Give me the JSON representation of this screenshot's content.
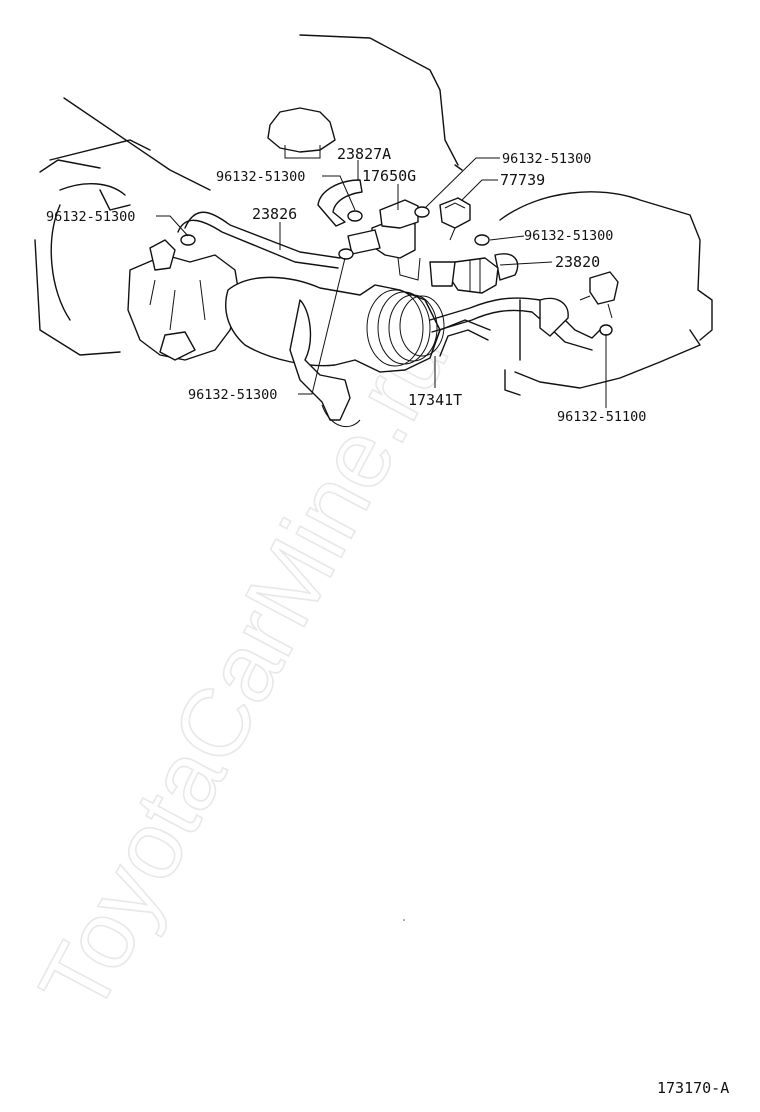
{
  "watermark": "ToyotaCarMine.ru",
  "diagram_code": "173170-A",
  "callouts": {
    "c_9613251300_top": "96132-51300",
    "c_23827A": "23827A",
    "c_9613251300_mid": "96132-51300",
    "c_17650G": "17650G",
    "c_77739": "77739",
    "c_9613251300_left": "96132-51300",
    "c_23826": "23826",
    "c_9613251300_right": "96132-51300",
    "c_23820": "23820",
    "c_9613251300_bottom": "96132-51300",
    "c_17341T": "17341T",
    "c_9613251100": "96132-51100"
  }
}
